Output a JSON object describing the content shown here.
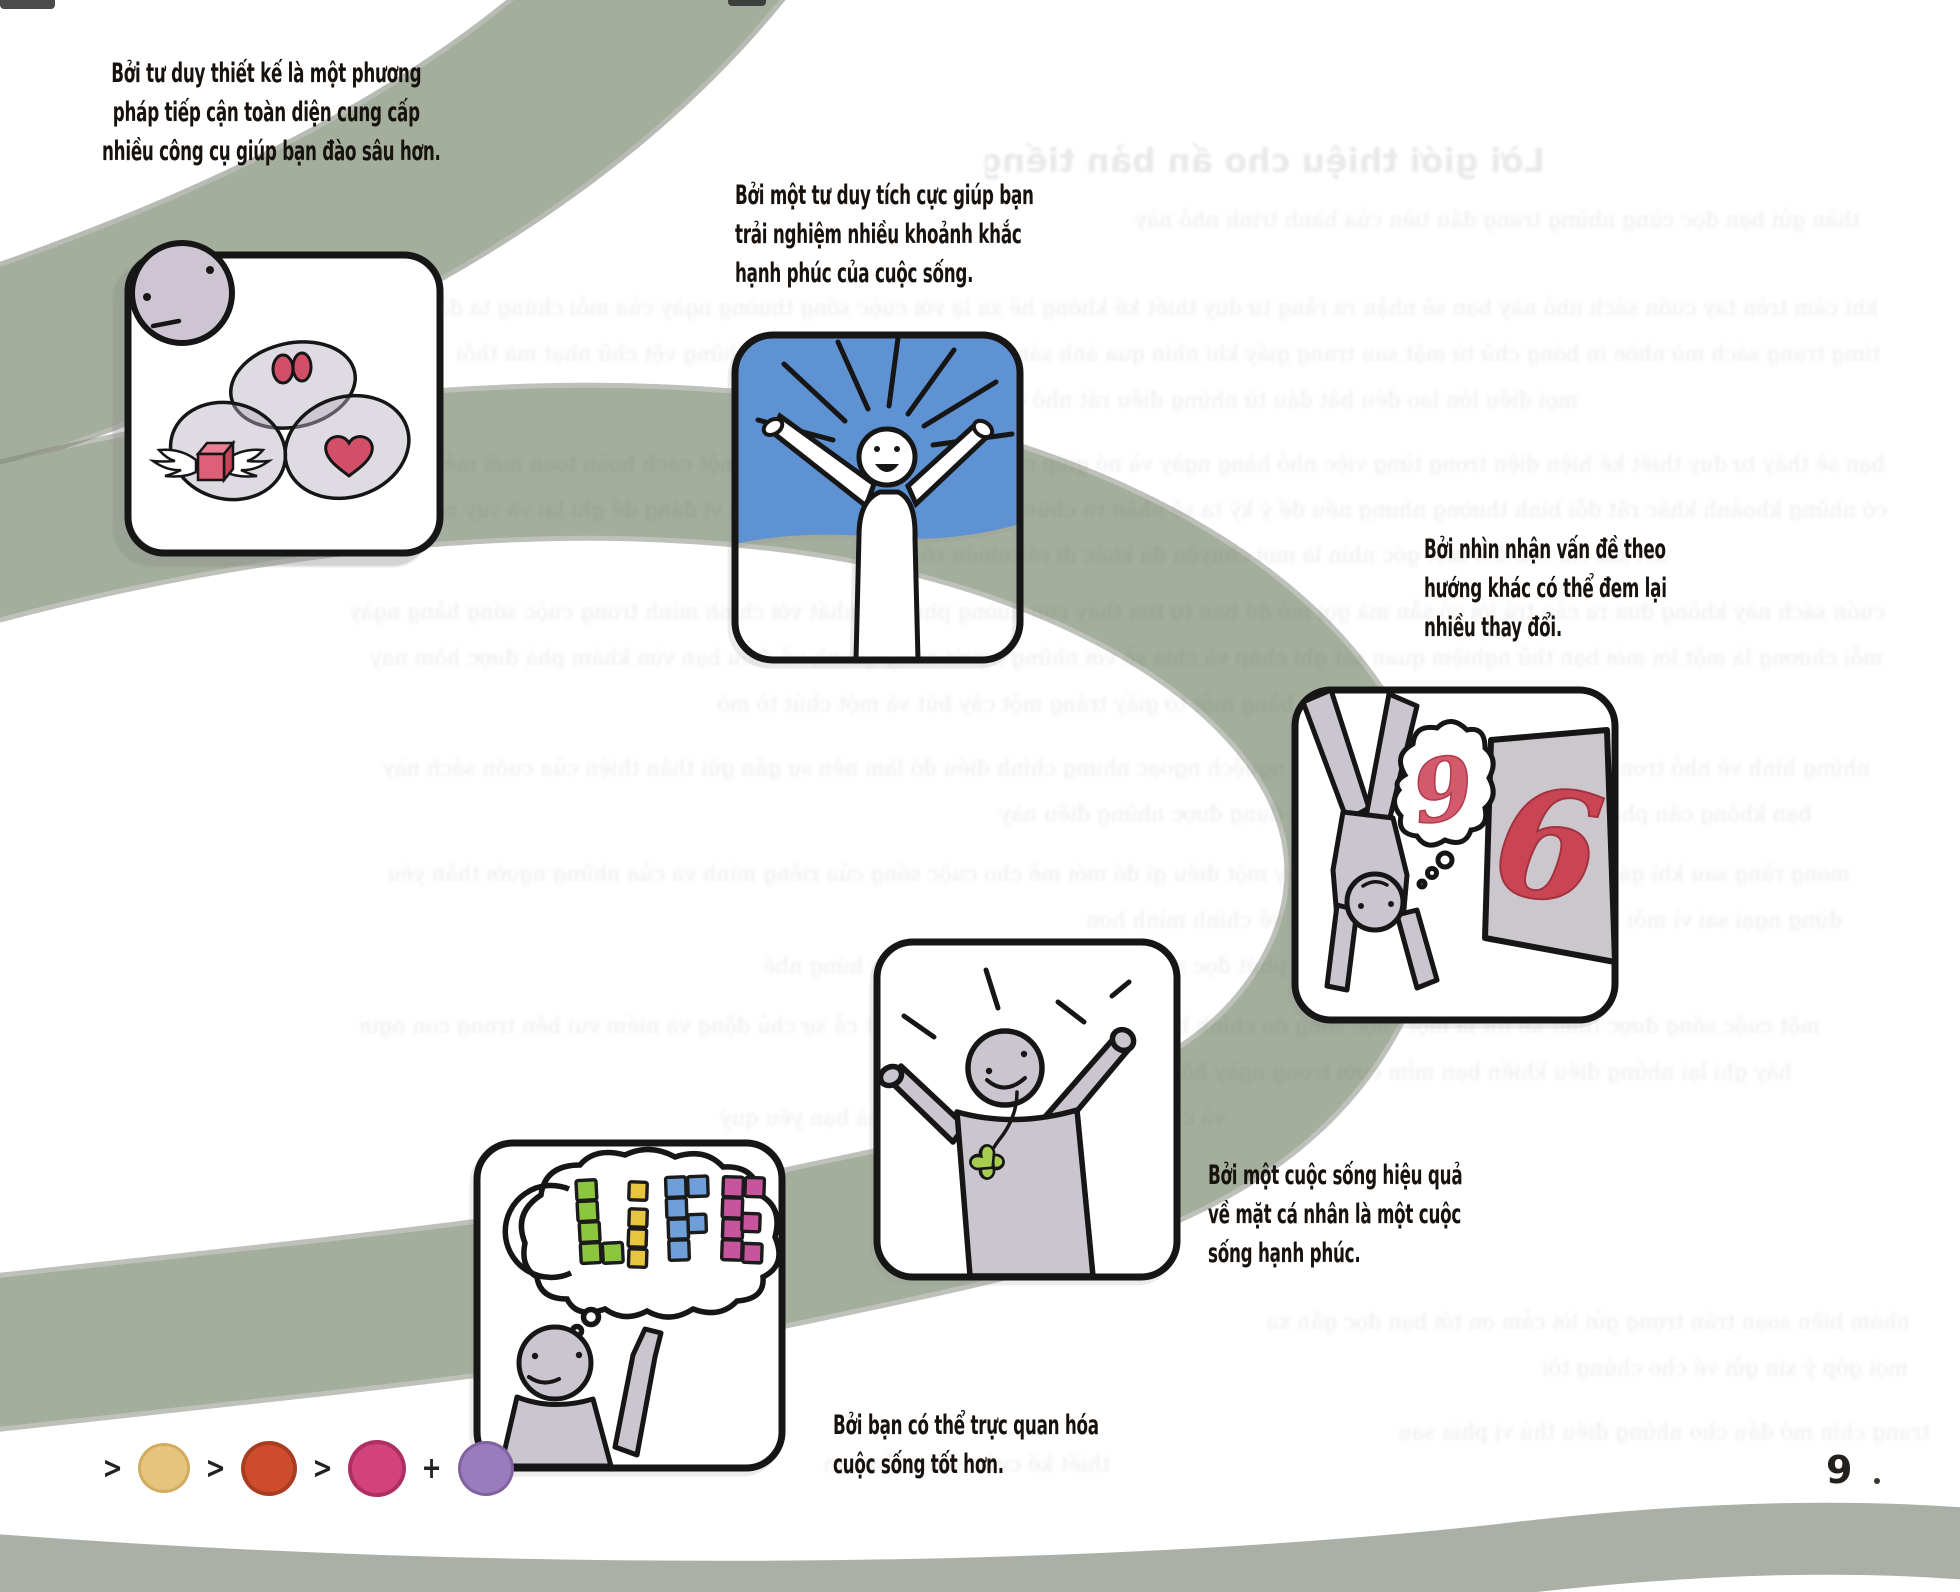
{
  "page": {
    "number": "9",
    "ribbon_color": "#a4ae9c",
    "ribbon_edge_color": "#7d8474",
    "bottom_strip_color": "#aab0a5"
  },
  "captions": {
    "design_thinking": {
      "lines": [
        "Bởi tư duy thiết kế là một phương",
        "pháp tiếp cận toàn diện cung cấp",
        "nhiều công cụ giúp bạn đào sâu hơn."
      ]
    },
    "positive_mind": {
      "lines": [
        "Bởi một tư duy tích cực giúp bạn",
        "trải nghiệm nhiều khoảnh khắc",
        "hạnh phúc của cuộc sống."
      ]
    },
    "perspective": {
      "lines": [
        "Bởi nhìn nhận vấn đề theo",
        "hướng khác có thể đem lại",
        "nhiều thay đổi."
      ]
    },
    "effective_life": {
      "lines": [
        "Bởi một cuộc sống hiệu quả",
        "về mặt cá nhân là một cuộc",
        "sống hạnh phúc."
      ]
    },
    "visualize": {
      "lines": [
        "Bởi bạn có thể trực quan hóa",
        "cuộc sống tốt hơn."
      ]
    }
  },
  "panels": {
    "venn": {
      "icons": [
        "brain-icon",
        "heart-icon",
        "winged-cube-icon"
      ]
    },
    "sun": {
      "sky_color": "#5e92d2"
    },
    "nine_six": {
      "thought_number": "9",
      "poster_number": "6",
      "number_color": "#c94a58"
    },
    "clover": {
      "clover_color": "#a6cd4d"
    },
    "life": {
      "word": "LiFE",
      "letter_colors": {
        "L": "#8cc63f",
        "i": "#e8c53e",
        "F": "#6f9fd8",
        "E": "#c6559e"
      }
    }
  },
  "color_sequence": {
    "separators": [
      ">",
      ">",
      ">",
      "+"
    ],
    "colors": [
      {
        "name": "yellow",
        "hex": "#e5c47e"
      },
      {
        "name": "orange-red",
        "hex": "#cc4c2c"
      },
      {
        "name": "magenta",
        "hex": "#d2437b"
      },
      {
        "name": "purple",
        "hex": "#9a7bbd"
      }
    ]
  },
  "bleedthrough": {
    "note": "faint mirrored print showing through from the reverse page (illegible)",
    "lines": [
      "Lời giới thiệu cho ấn bản tiếng Việt",
      "thân gửi bạn đọc cùng những trang đầu tiên của hành trình nhỏ này",
      "khi cầm trên tay cuốn sách nhỏ này bạn sẽ nhận ra rằng tư duy thiết kế không hề xa lạ với cuộc sống thường ngày của mỗi chúng ta đâu nhé",
      "từng trang sách mờ nhòe in bóng chữ từ mặt sau trang giấy khi nhìn qua ánh sáng nên đôi khi ta chỉ thấy những vệt chữ nhạt mà thôi",
      "mọi điều lớn lao đều bắt đầu từ những điều rất nhỏ quanh ta mỗi ngày",
      "bạn sẽ thấy tư duy thiết kế hiện diện trong từng việc nhỏ hằng ngày và nó giúp chúng ta nhìn mọi thứ theo một cách hoàn toàn mới mẻ hơn",
      "có những khoảnh khắc rất đỗi bình thường nhưng nếu để ý kỹ ta sẽ nhận ra chúng chứa đựng nhiều điều thú vị đáng để ghi lại và suy ngẫm thêm",
      "đôi khi chỉ cần đổi một góc nhìn là mọi chuyện đã khác đi rất nhiều rồi",
      "cuốn sách này không đưa ra câu trả lời có sẵn mà gợi mở để bạn tự tìm thấy con đường phù hợp nhất với chính mình trong cuộc sống hằng ngày",
      "mỗi chương là một lời mời bạn thử nghiệm quan sát ghi chép và chia sẻ với những người xung quanh về điều bạn vừa khám phá được hôm nay",
      "hãy bắt đầu bằng một tờ giấy trắng một cây bút và một chút tò mò",
      "những hình vẽ nhỏ trong sách được vẽ tay nên đôi chỗ nguệch ngoạc nhưng chính điều đó làm nên sự gần gũi thân thiện của cuốn sách này",
      "bạn không cần phải là nhà thiết kế mới có thể áp dụng được những điều này",
      "mong rằng sau khi gấp sách lại bạn sẽ muốn thử ngay một điều gì đó mới mẻ cho cuộc sống của riêng mình và của những người thân yêu",
      "đừng ngại sai vì mỗi lần thử là một lần ta hiểu thêm về chính mình hơn",
      "chúc bạn có những giờ phút đọc sách thật vui vẻ và nhiều cảm hứng nhé",
      "một cuộc sống được thiết kế tốt là một cuộc sống do chính bạn lựa chọn từng ngày với tất cả sự chủ động và niềm vui bên trong con người bạn",
      "hãy ghi lại những điều khiến bạn mỉm cười trong ngày hôm nay bạn nhé",
      "và chia sẻ chúng với một người mà bạn yêu quý",
      "nhóm biên soạn trân trọng gửi lời cảm ơn tới bạn đọc gần xa",
      "mọi góp ý xin gửi về cho chúng tôi",
      "trang chín mở đầu cho những điều thú vị phía sau",
      "thiết kế cuộc sống của bạn"
    ]
  }
}
